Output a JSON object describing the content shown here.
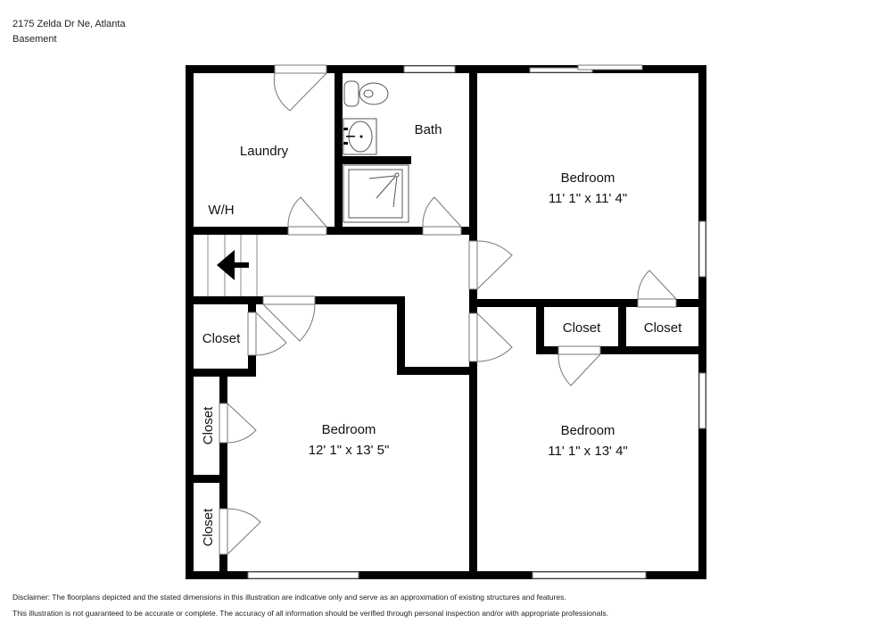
{
  "header": {
    "address": "2175 Zelda Dr Ne, Atlanta",
    "level": "Basement"
  },
  "rooms": [
    {
      "name": "Laundry",
      "dimensions": ""
    },
    {
      "name": "W/H",
      "dimensions": ""
    },
    {
      "name": "Bath",
      "dimensions": ""
    },
    {
      "name": "Bedroom",
      "dimensions": "11' 1\" x 11' 4\""
    },
    {
      "name": "Closet",
      "dimensions": ""
    },
    {
      "name": "Closet",
      "dimensions": ""
    },
    {
      "name": "Closet",
      "dimensions": ""
    },
    {
      "name": "Closet",
      "dimensions": ""
    },
    {
      "name": "Closet",
      "dimensions": ""
    },
    {
      "name": "Bedroom",
      "dimensions": "12' 1\" x 13' 5\""
    },
    {
      "name": "Bedroom",
      "dimensions": "11' 1\" x 13' 4\""
    }
  ],
  "icons": {
    "stairs": "stairs-down-arrow-icon",
    "toilet": "toilet-icon",
    "sink": "sink-icon",
    "shower": "shower-icon"
  },
  "disclaimer": {
    "line1": "Disclaimer: The floorplans depicted and the stated dimensions in this illustration are indicative only and serve as an approximation of existing structures and features.",
    "line2": "This illustration is not guaranteed to be accurate or complete. The accuracy of all information should be verified through personal inspection and/or with appropriate professionals."
  }
}
